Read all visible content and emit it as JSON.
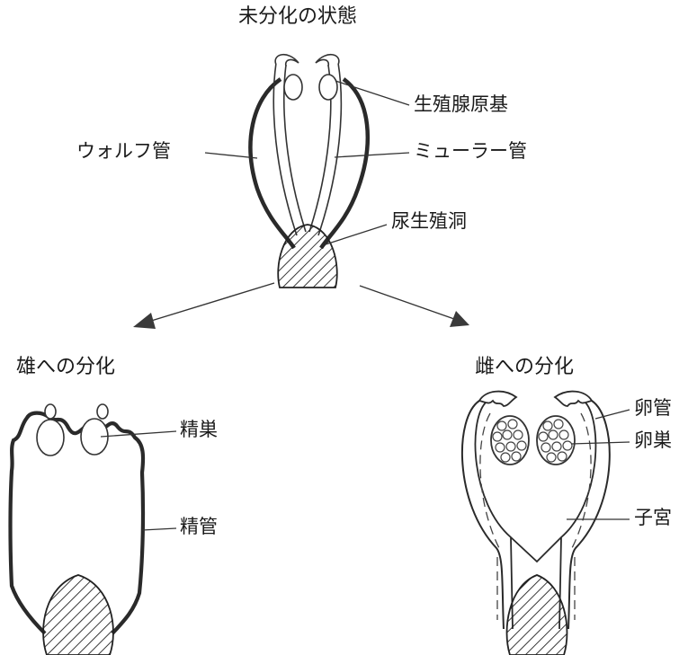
{
  "titles": {
    "undifferentiated": "未分化の状態",
    "male": "雄への分化",
    "female": "雌への分化"
  },
  "labels": {
    "gonad_primordium": "生殖腺原基",
    "wolffian_duct": "ウォルフ管",
    "mullerian_duct": "ミューラー管",
    "urogenital_sinus": "尿生殖洞",
    "testis": "精巣",
    "vas_deferens": "精管",
    "oviduct": "卵管",
    "ovary": "卵巣",
    "uterus": "子宮"
  }
}
